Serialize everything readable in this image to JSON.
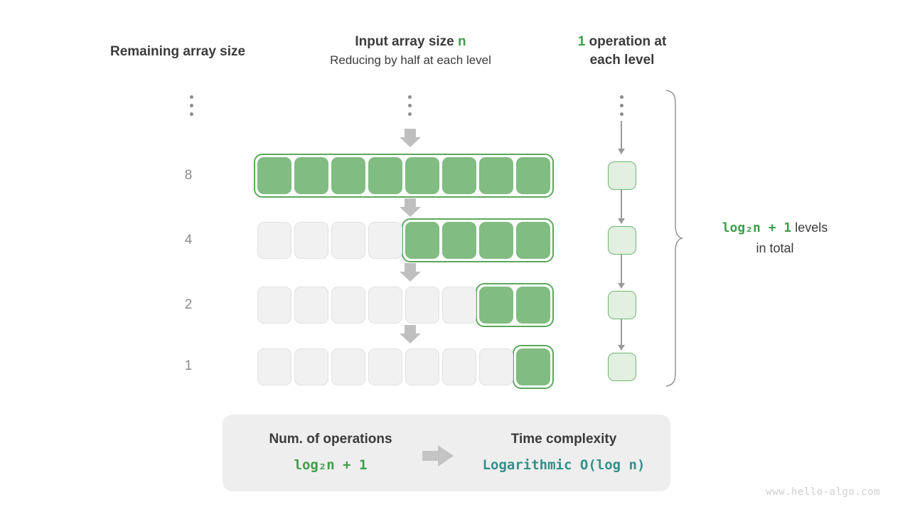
{
  "headers": {
    "left": "Remaining array size",
    "mid_line1_prefix": "Input array size ",
    "mid_line1_var": "n",
    "mid_line2": "Reducing by half at each level",
    "right_count": "1",
    "right_text_line1": " operation at",
    "right_text_line2": "each level"
  },
  "rows": [
    {
      "size_label": "8",
      "total_cells": 8,
      "filled_from": 0,
      "filled_count": 8
    },
    {
      "size_label": "4",
      "total_cells": 8,
      "filled_from": 4,
      "filled_count": 4
    },
    {
      "size_label": "2",
      "total_cells": 8,
      "filled_from": 6,
      "filled_count": 2
    },
    {
      "size_label": "1",
      "total_cells": 8,
      "filled_from": 7,
      "filled_count": 1
    }
  ],
  "operations": {
    "box_count": 4,
    "box_label": ""
  },
  "brace_note": {
    "formula": "log₂n + 1",
    "text_line1": "  levels",
    "text_line2": "in total"
  },
  "summary": {
    "left_title": "Num. of operations",
    "left_value": "log₂n + 1",
    "right_title": "Time complexity",
    "right_value": "Logarithmic  O(log n)",
    "arrow": "right-arrow"
  },
  "watermark": "www.hello-algo.com",
  "colors": {
    "green_fill": "#81bc82",
    "green_border": "#5ca85e",
    "green_text": "#3f9e4c",
    "light_green_fill": "#e3efe1",
    "light_green_border": "#71b573",
    "empty_cell": "#f1f1f1",
    "empty_border": "#e2e2e2",
    "teal_text": "#349089",
    "gray_arrow": "#bfbfbf",
    "panel_bg": "#eeeeee",
    "label_gray": "#8c8c8c",
    "watermark_gray": "#cfcfcf"
  }
}
